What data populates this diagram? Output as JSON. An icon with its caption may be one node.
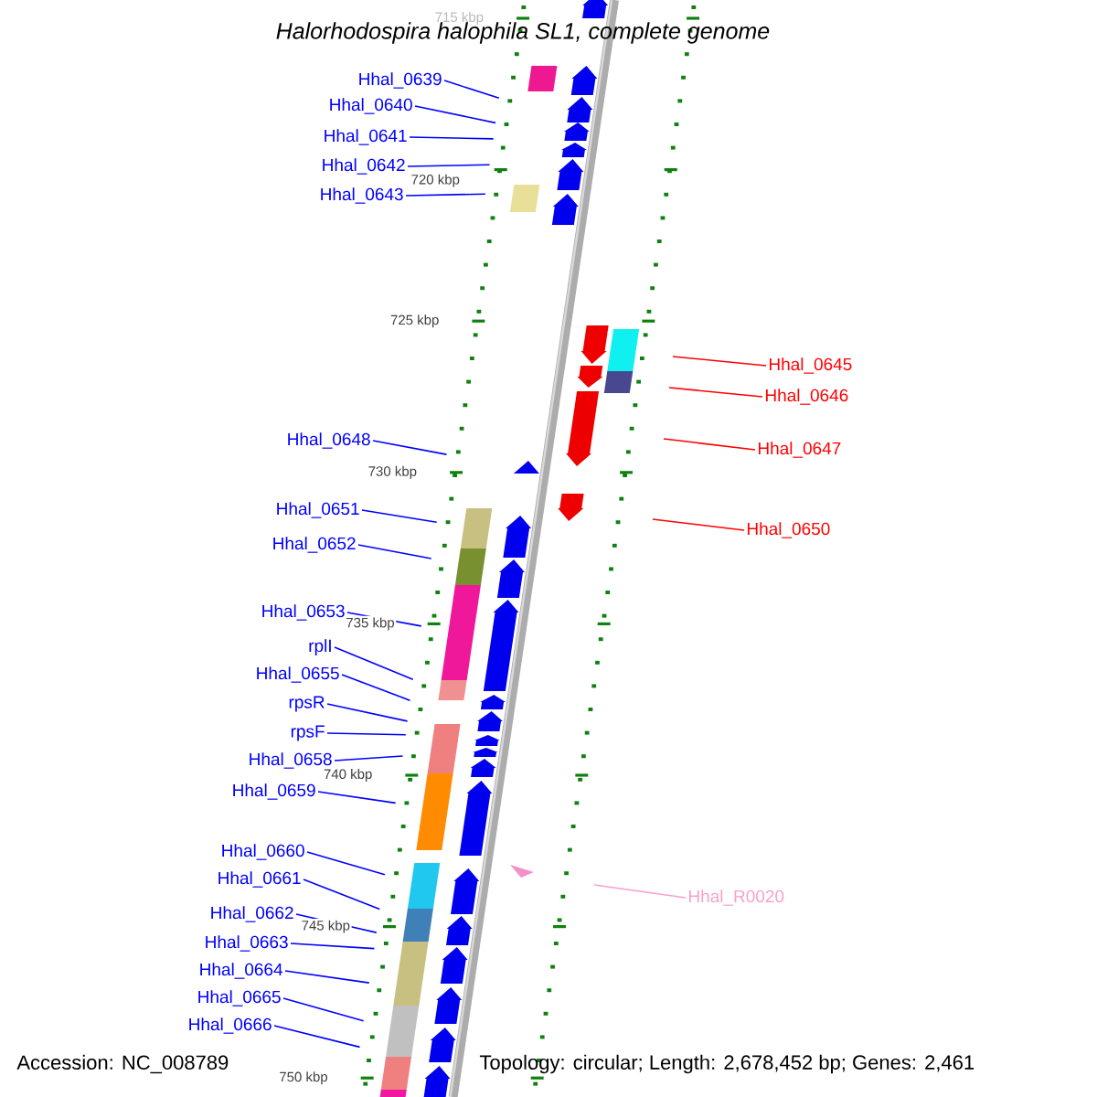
{
  "diagram": {
    "title": "Halorhodospira halophila SL1, complete genome",
    "nodes": [
      {
        "text": [
          "Hhal_0639"
        ]
      },
      {
        "text": [
          "Hhal_0640"
        ]
      },
      {
        "text": [
          "Hhal_0641"
        ]
      },
      {
        "text": [
          "Hhal_0642"
        ]
      },
      {
        "text": [
          "Hhal_0643"
        ]
      },
      {
        "text": [
          "Hhal_0648"
        ]
      },
      {
        "text": [
          "Hhal_0651"
        ]
      },
      {
        "text": [
          "Hhal_0652"
        ]
      },
      {
        "text": [
          "Hhal_0653"
        ]
      },
      {
        "text": [
          "rplI"
        ]
      },
      {
        "text": [
          "Hhal_0655"
        ]
      },
      {
        "text": [
          "rpsR"
        ]
      },
      {
        "text": [
          "rpsF"
        ]
      },
      {
        "text": [
          "Hhal_0658"
        ]
      },
      {
        "text": [
          "Hhal_0659"
        ]
      },
      {
        "text": [
          "Hhal_0660"
        ]
      },
      {
        "text": [
          "Hhal_0661"
        ]
      },
      {
        "text": [
          "Hhal_0662"
        ]
      },
      {
        "text": [
          "Hhal_0663"
        ]
      },
      {
        "text": [
          "Hhal_0664"
        ]
      },
      {
        "text": [
          "Hhal_0665"
        ]
      },
      {
        "text": [
          "Hhal_0666"
        ]
      },
      {
        "text": [
          "Hhal_0645"
        ]
      },
      {
        "text": [
          "Hhal_0646"
        ]
      },
      {
        "text": [
          "Hhal_0647"
        ]
      },
      {
        "text": [
          "Hhal_0650"
        ]
      },
      {
        "text": [
          "Hhal_R0020"
        ]
      }
    ],
    "edges": [
      {
        "from": 0,
        "to": null,
        "arrow": "none"
      },
      {
        "from": 1,
        "to": null,
        "arrow": "none"
      },
      {
        "from": 2,
        "to": null,
        "arrow": "none"
      },
      {
        "from": 3,
        "to": null,
        "arrow": "none"
      },
      {
        "from": 4,
        "to": null,
        "arrow": "none"
      },
      {
        "from": 5,
        "to": null,
        "arrow": "none"
      },
      {
        "from": 6,
        "to": null,
        "arrow": "none"
      },
      {
        "from": 7,
        "to": null,
        "arrow": "none"
      },
      {
        "from": 8,
        "to": null,
        "arrow": "none"
      },
      {
        "from": 9,
        "to": null,
        "arrow": "none"
      },
      {
        "from": 10,
        "to": null,
        "arrow": "none"
      },
      {
        "from": 11,
        "to": null,
        "arrow": "none"
      },
      {
        "from": 12,
        "to": null,
        "arrow": "none"
      },
      {
        "from": 13,
        "to": null,
        "arrow": "none"
      },
      {
        "from": 14,
        "to": null,
        "arrow": "none"
      },
      {
        "from": 15,
        "to": null,
        "arrow": "none"
      },
      {
        "from": 16,
        "to": null,
        "arrow": "none"
      },
      {
        "from": 17,
        "to": null,
        "arrow": "none"
      },
      {
        "from": 18,
        "to": null,
        "arrow": "none"
      },
      {
        "from": 19,
        "to": null,
        "arrow": "none"
      },
      {
        "from": 20,
        "to": null,
        "arrow": "none"
      },
      {
        "from": 21,
        "to": null,
        "arrow": "none"
      },
      {
        "from": 22,
        "to": null,
        "arrow": "none",
        "color": "#ff0000"
      },
      {
        "from": 23,
        "to": null,
        "arrow": "none",
        "color": "#ff0000"
      },
      {
        "from": 24,
        "to": null,
        "arrow": "none",
        "color": "#ff0000"
      },
      {
        "from": 25,
        "to": null,
        "arrow": "none",
        "color": "#ff0000"
      },
      {
        "from": 26,
        "to": null,
        "arrow": "none",
        "color": "#f7a0cc"
      }
    ],
    "labels": [
      "715 kbp",
      "720 kbp",
      "725 kbp",
      "730 kbp",
      "735 kbp",
      "740 kbp",
      "745 kbp",
      "750 kbp",
      "Accession: NC_008789",
      "Topology: circular; Length: 2,678,452 bp; Genes: 2,461"
    ]
  }
}
